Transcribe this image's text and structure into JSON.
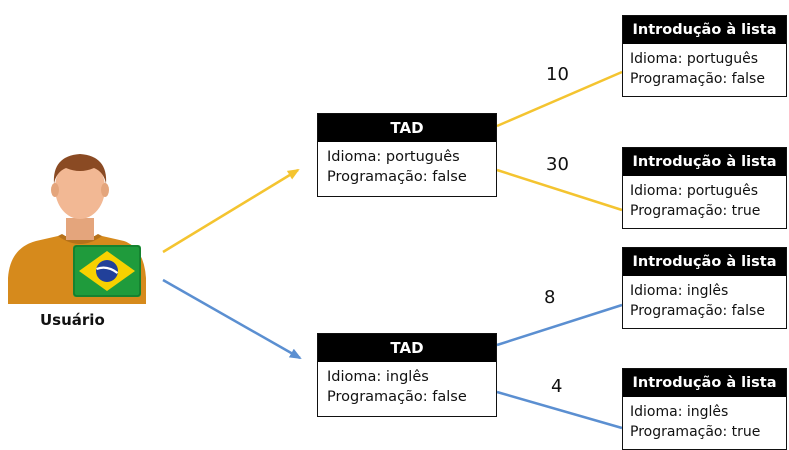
{
  "user": {
    "label": "Usuário",
    "flag": "brazil-flag-icon"
  },
  "colors": {
    "portuguese_edge": "#f4c430",
    "english_edge": "#5b8fd1"
  },
  "tad_nodes": [
    {
      "title": "TAD",
      "line1": "Idioma: português",
      "line2": "Programação: false"
    },
    {
      "title": "TAD",
      "line1": "Idioma: inglês",
      "line2": "Programação: false"
    }
  ],
  "intro_nodes": [
    {
      "title": "Introdução à lista",
      "line1": "Idioma: português",
      "line2": "Programação: false"
    },
    {
      "title": "Introdução à lista",
      "line1": "Idioma: português",
      "line2": "Programação: true"
    },
    {
      "title": "Introdução à lista",
      "line1": "Idioma: inglês",
      "line2": "Programação: false"
    },
    {
      "title": "Introdução à lista",
      "line1": "Idioma: inglês",
      "line2": "Programação: true"
    }
  ],
  "weights": [
    "10",
    "30",
    "8",
    "4"
  ]
}
